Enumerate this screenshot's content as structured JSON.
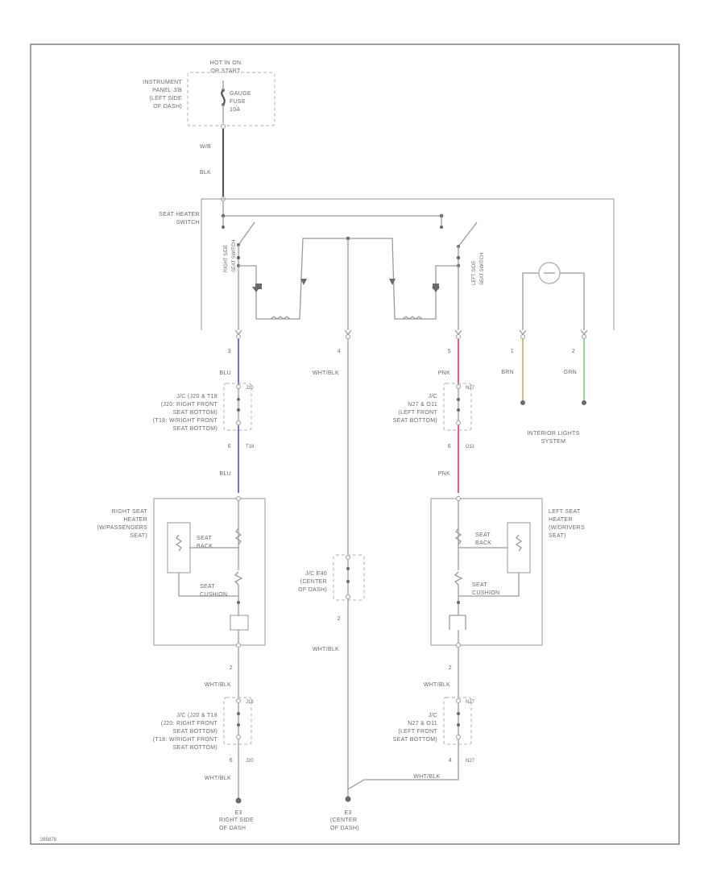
{
  "colors": {
    "wire_blu": "#6f6ff5",
    "wire_pnk": "#f05a78",
    "wire_brn": "#d9bb7a",
    "wire_grn": "#8ee08e",
    "wire_default": "#9a9a9a",
    "wire_power": "#555555"
  },
  "power": {
    "source": "HOT IN ON\nOR START",
    "fuse": "GAUGE\nFUSE\n10A",
    "jb": "INSTRUMENT\nPANEL J/B\n(LEFT SIDE\nOF DASH)",
    "wire_top": "W/B",
    "wire_bottom": "BLK"
  },
  "seat_heater_switch": {
    "label": "SEAT HEATER\nSWITCH",
    "right_switch": "RIGHT SIDE\nSEAT SWITCH",
    "left_switch": "LEFT SIDE\nSEAT SWITCH"
  },
  "right_circuit": {
    "pin1": "3",
    "wire1": "BLU",
    "jc_label": "J/C (J20 & T18\n(J20: RIGHT FRONT\nSEAT BOTTOM)\n(T18: W/RIGHT FRONT\nSEAT BOTTOM)",
    "jc_top_id": "J20",
    "jc_bot_pin": "6",
    "jc_bot_id": "T18",
    "wire2": "BLU",
    "heater": "RIGHT SEAT\nHEATER\n(W/PASSENGERS\nSEAT)",
    "seat_back": "SEAT\nBACK",
    "seat_cushion": "SEAT\nCUSHION",
    "pin2": "2",
    "wire3": "WHT/BLK",
    "jc2_top_id": "J18",
    "jc2_label": "J/C (J20 & T18\n(J20: RIGHT FRONT\nSEAT BOTTOM)\n(T18: W/RIGHT FRONT\nSEAT BOTTOM)",
    "jc2_bot_pin": "6",
    "jc2_bot_id": "J20",
    "wire4": "WHT/BLK",
    "ground_id": "E3",
    "ground": "RIGHT SIDE\nOF DASH"
  },
  "center_circuit": {
    "pin": "4",
    "wire1": "WHT/BLK",
    "jc_label": "J/C E40\n(CENTER\nOF DASH)",
    "pin2": "2",
    "wire2": "WHT/BLK",
    "ground_id": "E3",
    "ground": "(CENTER\nOF DASH)"
  },
  "left_circuit": {
    "pin1": "5",
    "wire1": "PNK",
    "jc_top_id": "N27",
    "jc_label": "J/C\nN27 & O11\n(LEFT FRONT\nSEAT BOTTOM)",
    "jc_bot_pin": "6",
    "jc_bot_id": "O11",
    "wire2": "PNK",
    "heater": "LEFT SEAT\nHEATER\n(W/DRIVERS\nSEAT)",
    "seat_back": "SEAT\nBACK",
    "seat_cushion": "SEAT\nCUSHION",
    "pin2": "2",
    "wire3": "WHT/BLK",
    "jc2_top_id": "N27",
    "jc2_label": "J/C\nN27 & O11\n(LEFT FRONT\nSEAT BOTTOM)",
    "jc2_bot_pin": "4",
    "jc2_bot_id": "N27",
    "wire4": "WHT/BLK"
  },
  "interior_lights": {
    "pin1": "1",
    "pin2": "2",
    "wire1": "BRN",
    "wire2": "GRN",
    "label": "INTERIOR LIGHTS\nSYSTEM"
  },
  "footer_code": "265878"
}
